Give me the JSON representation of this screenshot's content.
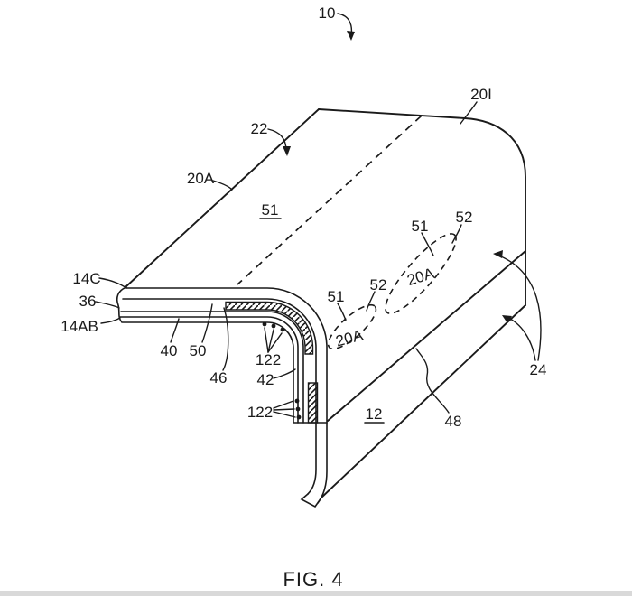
{
  "figure": {
    "caption": "FIG. 4",
    "ink_color": "#1a1a1a",
    "background_color": "#ffffff",
    "bottom_bar_color": "#d9d9d9",
    "labels": {
      "ref_10": "10",
      "ref_22": "22",
      "ref_20A_top": "20A",
      "ref_20I": "20I",
      "ref_51_surface": "51",
      "ref_51_upper": "51",
      "ref_52_upper": "52",
      "ref_20A_upper": "20A",
      "ref_51_lower": "51",
      "ref_52_lower": "52",
      "ref_20A_lower": "20A",
      "ref_14C": "14C",
      "ref_36": "36",
      "ref_14AB": "14AB",
      "ref_40": "40",
      "ref_50": "50",
      "ref_46": "46",
      "ref_42": "42",
      "ref_122_upper": "122",
      "ref_122_lower": "122",
      "ref_12": "12",
      "ref_48": "48",
      "ref_24": "24"
    }
  }
}
